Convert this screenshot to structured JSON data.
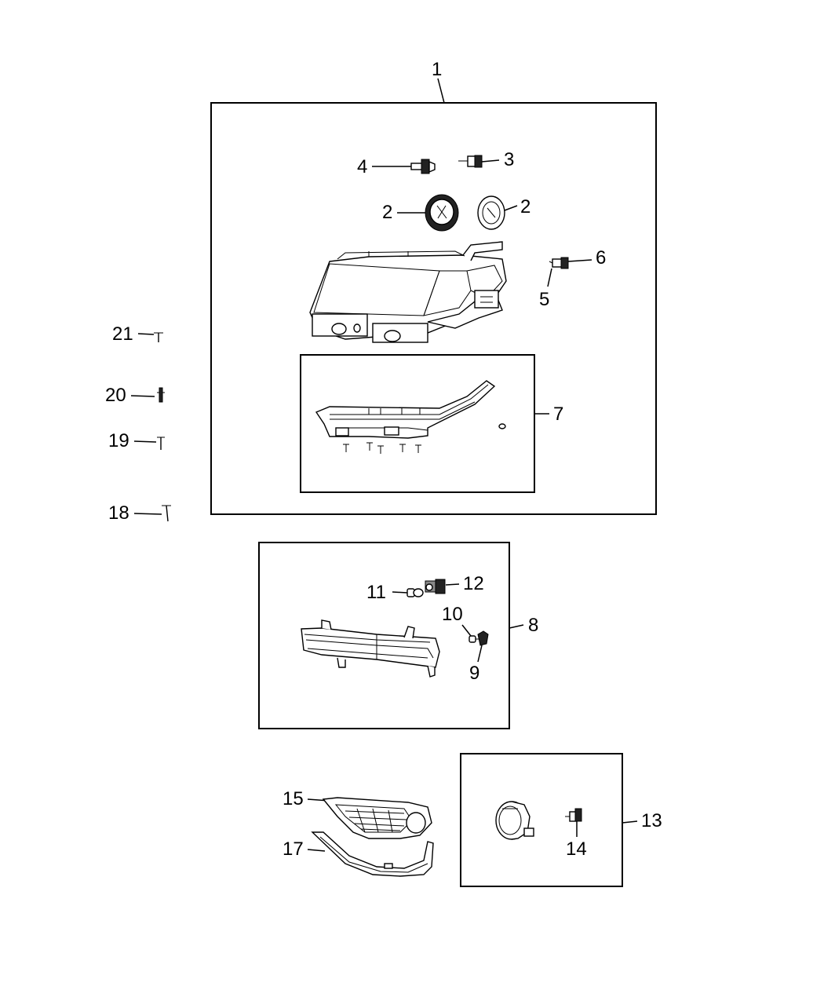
{
  "callouts": {
    "c1": "1",
    "c2a": "2",
    "c2b": "2",
    "c3": "3",
    "c4": "4",
    "c5": "5",
    "c6": "6",
    "c7": "7",
    "c8": "8",
    "c9": "9",
    "c10": "10",
    "c11": "11",
    "c12": "12",
    "c13": "13",
    "c14": "14",
    "c15": "15",
    "c17": "17",
    "c18": "18",
    "c19": "19",
    "c20": "20",
    "c21": "21"
  },
  "parts": [
    {
      "callout": "1",
      "kind": "headlamp-assembly"
    },
    {
      "callout": "2",
      "kind": "bulb-cap"
    },
    {
      "callout": "3",
      "kind": "bulb"
    },
    {
      "callout": "4",
      "kind": "bulb"
    },
    {
      "callout": "5",
      "kind": "bulb"
    },
    {
      "callout": "6",
      "kind": "socket"
    },
    {
      "callout": "7",
      "kind": "light-bar-bracket"
    },
    {
      "callout": "8",
      "kind": "signal-lamp"
    },
    {
      "callout": "9",
      "kind": "socket"
    },
    {
      "callout": "10",
      "kind": "bulb"
    },
    {
      "callout": "11",
      "kind": "bulb"
    },
    {
      "callout": "12",
      "kind": "socket"
    },
    {
      "callout": "13",
      "kind": "fog-lamp"
    },
    {
      "callout": "14",
      "kind": "bulb"
    },
    {
      "callout": "15",
      "kind": "fog-lamp-bezel"
    },
    {
      "callout": "17",
      "kind": "bezel-trim"
    },
    {
      "callout": "18",
      "kind": "screw"
    },
    {
      "callout": "19",
      "kind": "screw"
    },
    {
      "callout": "20",
      "kind": "push-pin"
    },
    {
      "callout": "21",
      "kind": "screw"
    }
  ]
}
